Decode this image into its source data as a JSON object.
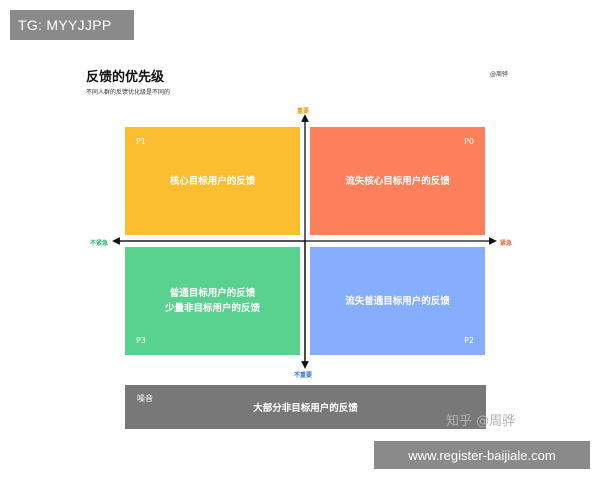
{
  "watermarks": {
    "top": "TG: MYYJJPP",
    "bottom": "www.register-baijiale.com",
    "zhihu": "知乎 @周骅"
  },
  "header": {
    "title": "反馈的优先级",
    "subtitle": "不同人群的反馈优化级是不同的",
    "author": "@周骅"
  },
  "axes": {
    "up": "重要",
    "down": "不重要",
    "right": "紧急",
    "left": "不紧急"
  },
  "quadrants": {
    "p1": {
      "tag": "P1",
      "lines": [
        "核心目标用户的反馈"
      ],
      "color": "#fbbe31"
    },
    "p0": {
      "tag": "P0",
      "lines": [
        "流失核心目标用户的反馈"
      ],
      "color": "#fd7f5b"
    },
    "p3": {
      "tag": "P3",
      "lines": [
        "普通目标用户的反馈",
        "少量非目标用户的反馈"
      ],
      "color": "#58d28e"
    },
    "p2": {
      "tag": "P2",
      "lines": [
        "流失普通目标用户的反馈"
      ],
      "color": "#86adff"
    }
  },
  "noise": {
    "tag": "噪音",
    "text": "大部分非目标用户的反馈",
    "color": "#787878"
  }
}
